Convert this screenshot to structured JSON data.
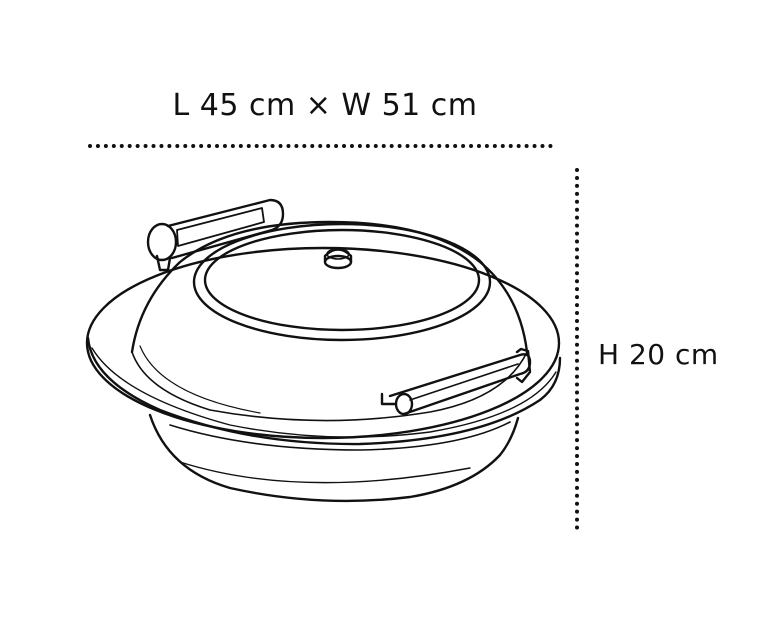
{
  "dimensions": {
    "width_label": "L 45 cm × W 51 cm",
    "height_label": "H 20 cm"
  },
  "colors": {
    "line": "#111111",
    "background": "#ffffff"
  },
  "drawing": {
    "icon": "round-chafing-dish-line-drawing"
  }
}
